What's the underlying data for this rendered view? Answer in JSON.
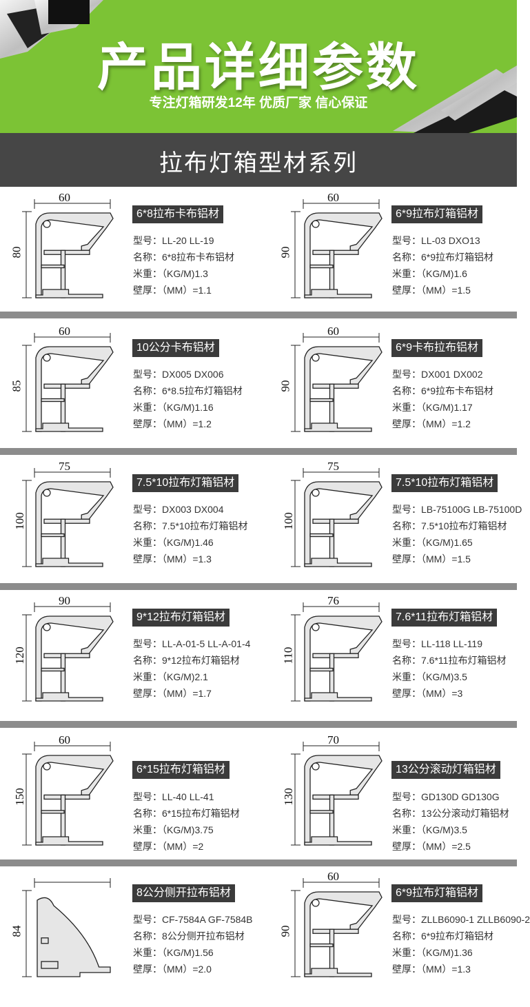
{
  "banner": {
    "title": "产品详细参数",
    "subtitle": "专注灯箱研发12年  优质厂家 信心保证"
  },
  "section": {
    "title": "拉布灯箱型材系列"
  },
  "labels": {
    "model": "型号：",
    "name": "名称：",
    "weight": "米重：",
    "thickness": "壁厚："
  },
  "products": [
    {
      "title": "6*8拉布卡布铝材",
      "model": "LL-20 LL-19",
      "name": "6*8拉布卡布铝材",
      "weight": "（KG/M)1.3",
      "thickness": "（MM）=1.1",
      "dim_w": "60",
      "dim_h": "80"
    },
    {
      "title": "6*9拉布灯箱铝材",
      "model": "LL-03 DXO13",
      "name": "6*9拉布灯箱铝材",
      "weight": "（KG/M)1.6",
      "thickness": "（MM）=1.5",
      "dim_w": "60",
      "dim_h": "90"
    },
    {
      "title": "10公分卡布铝材",
      "model": "DX005 DX006",
      "name": "6*8.5拉布灯箱铝材",
      "weight": "（KG/M)1.16",
      "thickness": "（MM）=1.2",
      "dim_w": "60",
      "dim_h": "85"
    },
    {
      "title": "6*9卡布拉布铝材",
      "model": "DX001 DX002",
      "name": "6*9拉布卡布铝材",
      "weight": "（KG/M)1.17",
      "thickness": "（MM）=1.2",
      "dim_w": "60",
      "dim_h": "90"
    },
    {
      "title": "7.5*10拉布灯箱铝材",
      "model": "DX003 DX004",
      "name": "7.5*10拉布灯箱铝材",
      "weight": "（KG/M)1.46",
      "thickness": "（MM）=1.3",
      "dim_w": "75",
      "dim_h": "100"
    },
    {
      "title": "7.5*10拉布灯箱铝材",
      "model": "LB-75100G LB-75100D",
      "name": "7.5*10拉布灯箱铝材",
      "weight": "（KG/M)1.65",
      "thickness": "（MM）=1.5",
      "dim_w": "75",
      "dim_h": "100"
    },
    {
      "title": "9*12拉布灯箱铝材",
      "model": "LL-A-01-5 LL-A-01-4",
      "name": "9*12拉布灯箱铝材",
      "weight": "（KG/M)2.1",
      "thickness": "（MM）=1.7",
      "dim_w": "90",
      "dim_h": "120"
    },
    {
      "title": "7.6*11拉布灯箱铝材",
      "model": "LL-118 LL-119",
      "name": "7.6*11拉布灯箱铝材",
      "weight": "（KG/M)3.5",
      "thickness": "（MM）=3",
      "dim_w": "76",
      "dim_h": "110"
    },
    {
      "title": "6*15拉布灯箱铝材",
      "model": "LL-40 LL-41",
      "name": "6*15拉布灯箱铝材",
      "weight": "（KG/M)3.75",
      "thickness": "（MM）=2",
      "dim_w": "60",
      "dim_h": "150"
    },
    {
      "title": "13公分滚动灯箱铝材",
      "model": "GD130D GD130G",
      "name": "13公分滚动灯箱铝材",
      "weight": "（KG/M)3.5",
      "thickness": "（MM）=2.5",
      "dim_w": "70",
      "dim_h": "130"
    },
    {
      "title": "8公分侧开拉布铝材",
      "model": "CF-7584A GF-7584B",
      "name": "8公分侧开拉布铝材",
      "weight": "（KG/M)1.56",
      "thickness": "（MM）=2.0",
      "dim_w": "",
      "dim_h": "84"
    },
    {
      "title": "6*9拉布灯箱铝材",
      "model": "ZLLB6090-1 ZLLB6090-2",
      "name": "6*9拉布灯箱铝材",
      "weight": "（KG/M)1.36",
      "thickness": "（MM）=1.3",
      "dim_w": "60",
      "dim_h": "90"
    }
  ]
}
